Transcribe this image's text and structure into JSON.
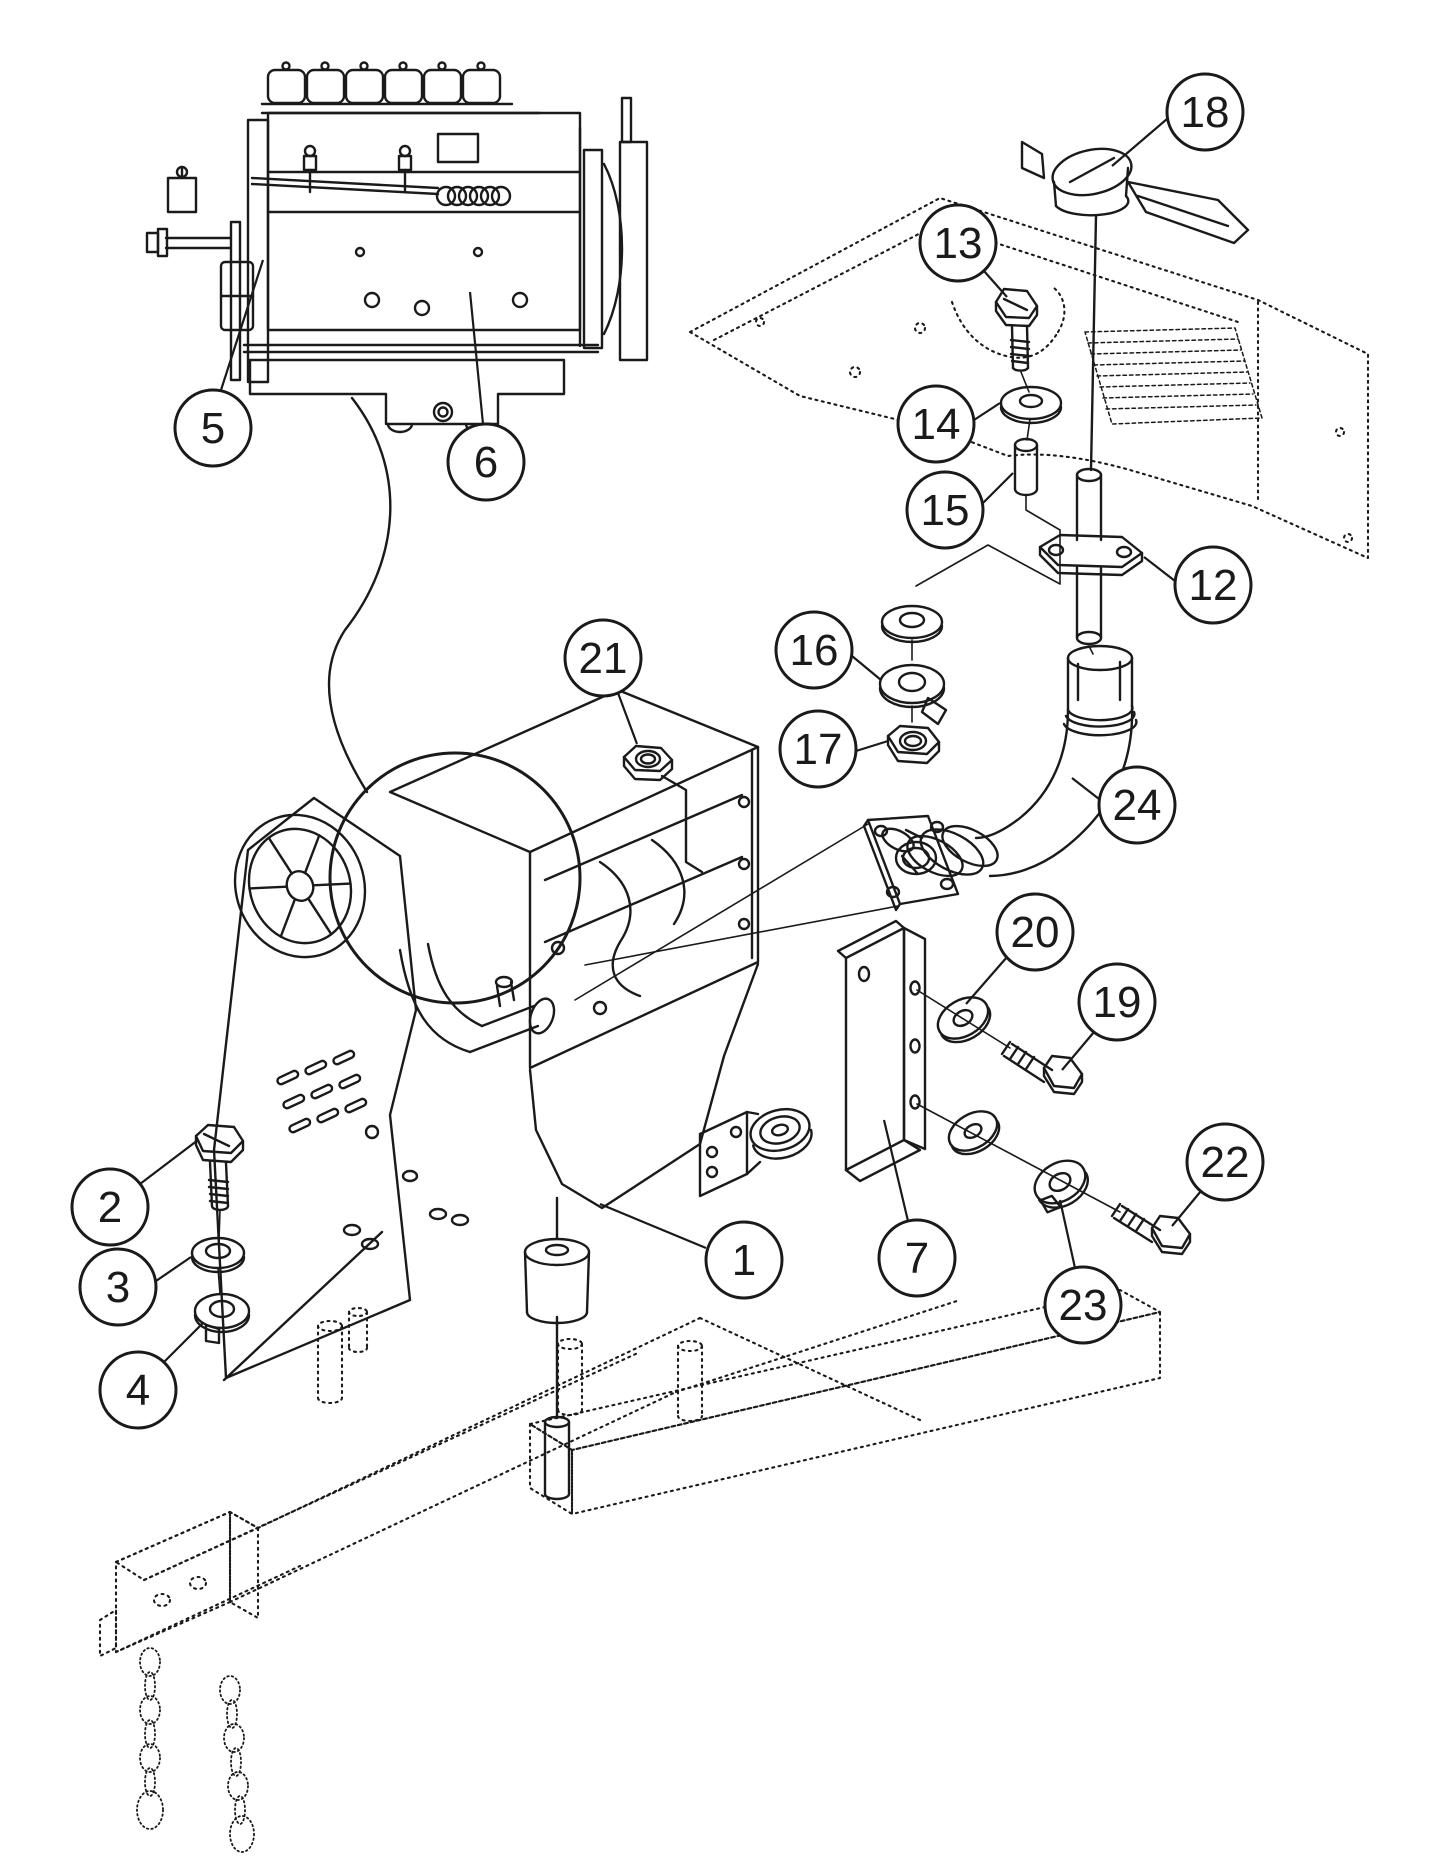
{
  "figure": {
    "type": "exploded-parts-diagram",
    "background_color": "#ffffff",
    "line_color": "#1a1a1a"
  },
  "callouts": [
    {
      "label": "1"
    },
    {
      "label": "2"
    },
    {
      "label": "3"
    },
    {
      "label": "4"
    },
    {
      "label": "5"
    },
    {
      "label": "6"
    },
    {
      "label": "7"
    },
    {
      "label": "12"
    },
    {
      "label": "13"
    },
    {
      "label": "14"
    },
    {
      "label": "15"
    },
    {
      "label": "16"
    },
    {
      "label": "17"
    },
    {
      "label": "18"
    },
    {
      "label": "19"
    },
    {
      "label": "20"
    },
    {
      "label": "21"
    },
    {
      "label": "22"
    },
    {
      "label": "23"
    },
    {
      "label": "24"
    }
  ]
}
